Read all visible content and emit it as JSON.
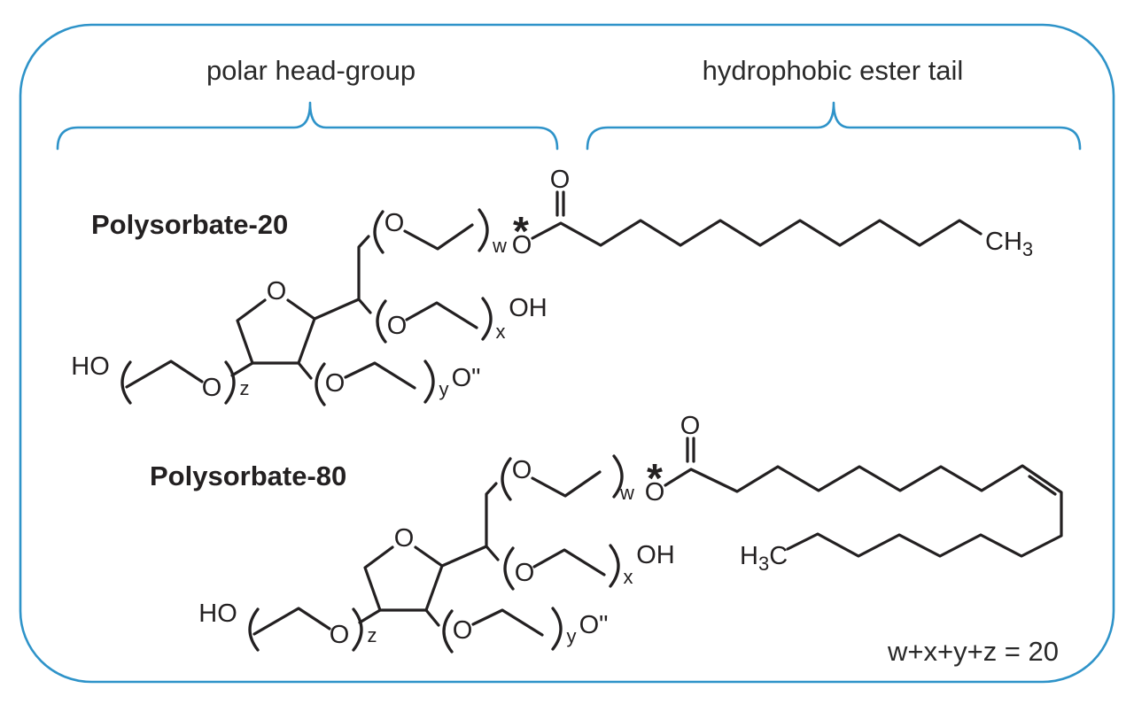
{
  "colors": {
    "outline_blue": "#2e93c9",
    "label_blue": "#1e87c3",
    "bond_black": "#232021",
    "marker_red": "#e2231c",
    "text_dark": "#2a2a2a"
  },
  "headers": {
    "left": "polar head-group",
    "right": "hydrophobic ester tail"
  },
  "footer": {
    "formula": "w+x+y+z = 20"
  },
  "molecules": {
    "ps20": {
      "label": "Polysorbate-20",
      "atoms": {
        "ring_o": "O",
        "ho": "HO",
        "peg_z_o": "O",
        "peg_y_o": "O",
        "o_prime": "O\"",
        "peg_x_o": "O",
        "oh": "OH",
        "peg_w_o": "O",
        "ester_o": "O",
        "carbonyl_o": "O",
        "tail_end_main": "CH",
        "tail_end_sub": "3"
      },
      "subscripts": {
        "w": "w",
        "x": "x",
        "y": "y",
        "z": "z"
      },
      "ester_marker": "*"
    },
    "ps80": {
      "label": "Polysorbate-80",
      "atoms": {
        "ring_o": "O",
        "ho": "HO",
        "peg_z_o": "O",
        "peg_y_o": "O",
        "o_prime": "O\"",
        "peg_x_o": "O",
        "oh": "OH",
        "peg_w_o": "O",
        "ester_o": "O",
        "carbonyl_o": "O",
        "tail_end_h": "H",
        "tail_end_sub": "3",
        "tail_end_c": "C"
      },
      "subscripts": {
        "w": "w",
        "x": "x",
        "y": "y",
        "z": "z"
      },
      "ester_marker": "*"
    }
  }
}
